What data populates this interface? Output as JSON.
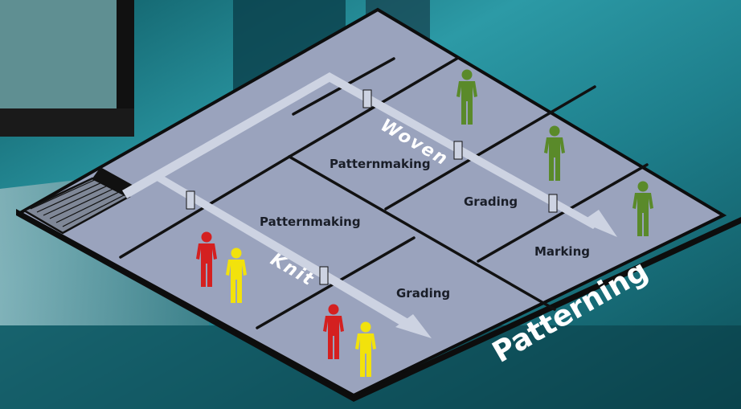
{
  "title": "Patterning",
  "paths": {
    "woven": "Woven",
    "knit": "Knit"
  },
  "rooms": {
    "patternmaking_woven": "Patternmaking",
    "grading_woven": "Grading",
    "marking": "Marking",
    "patternmaking_knit": "Patternmaking",
    "grading_knit": "Grading"
  },
  "colors": {
    "floor": "#9aa3bd",
    "wall": "#111111",
    "arrow": "#cdd3e2",
    "person_green": "#5a8a2a",
    "person_red": "#d42020",
    "person_yellow": "#f2e20c"
  },
  "icons": [
    "staircase-icon",
    "person-icon"
  ]
}
